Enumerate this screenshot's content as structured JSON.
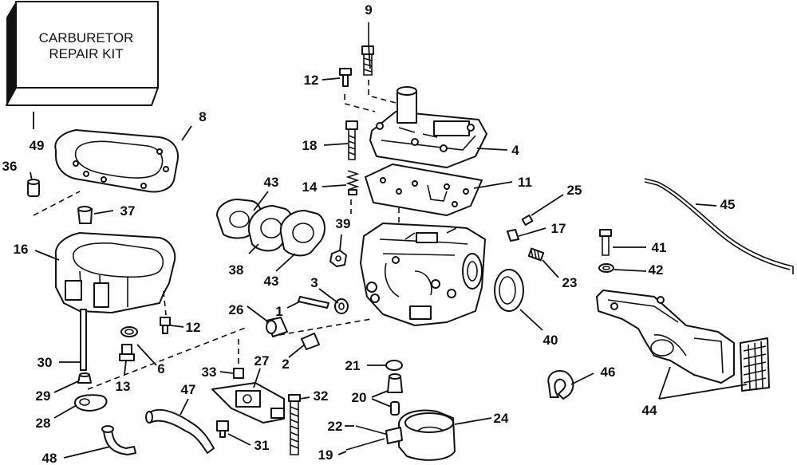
{
  "kit_box": {
    "line1": "CARBURETOR",
    "line2": "REPAIR KIT"
  },
  "callouts": {
    "c1": "1",
    "c2": "2",
    "c3": "3",
    "c4": "4",
    "c6": "6",
    "c8": "8",
    "c9": "9",
    "c11": "11",
    "c12a": "12",
    "c12b": "12",
    "c13": "13",
    "c14": "14",
    "c16": "16",
    "c17": "17",
    "c18": "18",
    "c19": "19",
    "c20": "20",
    "c21": "21",
    "c22": "22",
    "c23": "23",
    "c24": "24",
    "c25": "25",
    "c26": "26",
    "c27": "27",
    "c28": "28",
    "c29": "29",
    "c30": "30",
    "c31": "31",
    "c32": "32",
    "c33": "33",
    "c36": "36",
    "c37": "37",
    "c38": "38",
    "c39": "39",
    "c40": "40",
    "c41": "41",
    "c42": "42",
    "c43a": "43",
    "c43b": "43",
    "c44": "44",
    "c45": "45",
    "c46": "46",
    "c47": "47",
    "c48": "48",
    "c49": "49"
  }
}
